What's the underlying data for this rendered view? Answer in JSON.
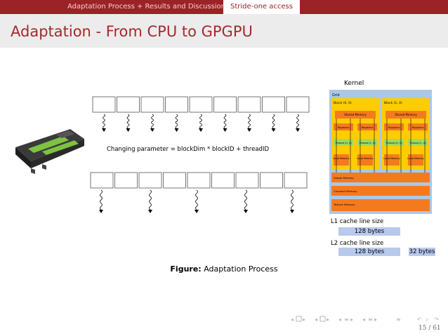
{
  "header": {
    "nav_section": "Adaptation Process + Results and Discussion",
    "nav_subsection": "Stride-one access"
  },
  "slide": {
    "title": "Adaptation - From CPU to GPGPU",
    "center_text": "Changing parameter = blockDim * blockID + threadID",
    "caption_prefix": "Figure:",
    "caption_text": "Adaptation Process"
  },
  "diagram": {
    "kernel_label": "Kernel",
    "grid_label": "Grid",
    "blocks": [
      {
        "name": "Block (0, 0)",
        "shared": "Shared Memory",
        "regs": [
          "Registers",
          "Registers"
        ],
        "threads": [
          "Thread (0, 0)",
          "Thread (1, 0)"
        ],
        "local": [
          "Local Memory",
          "Local Memory"
        ]
      },
      {
        "name": "Block (1, 0)",
        "shared": "Shared Memory",
        "regs": [
          "Registers",
          "Registers"
        ],
        "threads": [
          "Thread (0, 0)",
          "Thread (1, 0)"
        ],
        "local": [
          "Local Memory",
          "Local Memory"
        ]
      }
    ],
    "global_memory": "Global Memory",
    "constant_memory": "Constant Memory",
    "texture_memory": "Texture Memory"
  },
  "cache": {
    "l1_label": "L1 cache line size",
    "l1_size": "128 bytes",
    "l2_label": "L2 cache line size",
    "l2_size_a": "128 bytes",
    "l2_size_b": "32 bytes"
  },
  "footer": {
    "page": "15 / 61"
  },
  "colors": {
    "accent": "#9b2226",
    "title": "#a52a2a",
    "bar": "#b8c9ec",
    "orange": "#f47a20",
    "yellow": "#ffcc00",
    "green": "#99dd66",
    "grid_bg": "#a9c8e8"
  }
}
